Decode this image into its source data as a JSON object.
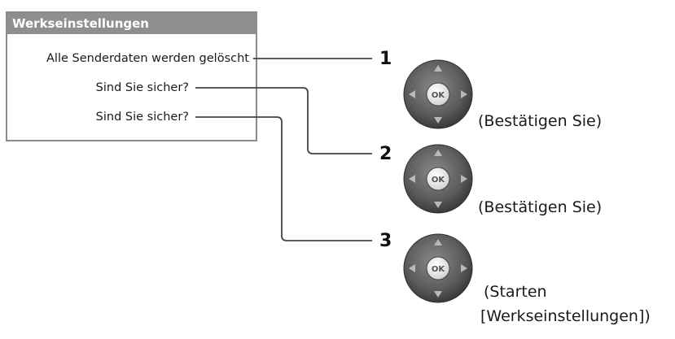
{
  "dialog": {
    "title": "Werkseinstellungen",
    "lines": [
      "Alle Senderdaten werden gelöscht",
      "Sind Sie sicher?",
      "Sind Sie sicher?"
    ]
  },
  "steps": [
    {
      "number": "1",
      "button_label": "OK",
      "caption": "(Bestätigen Sie)",
      "caption2": ""
    },
    {
      "number": "2",
      "button_label": "OK",
      "caption": "(Bestätigen Sie)",
      "caption2": ""
    },
    {
      "number": "3",
      "button_label": "OK",
      "caption": "(Starten",
      "caption2": "[Werkseinstellungen])"
    }
  ],
  "colors": {
    "dialog_title_bg": "#8f8f8f",
    "dpad_ring": "#5a5a5a",
    "dpad_center": "#ffffff",
    "connector": "#444444"
  },
  "icons": [
    "navigation-dpad-icon",
    "ok-button-icon"
  ]
}
